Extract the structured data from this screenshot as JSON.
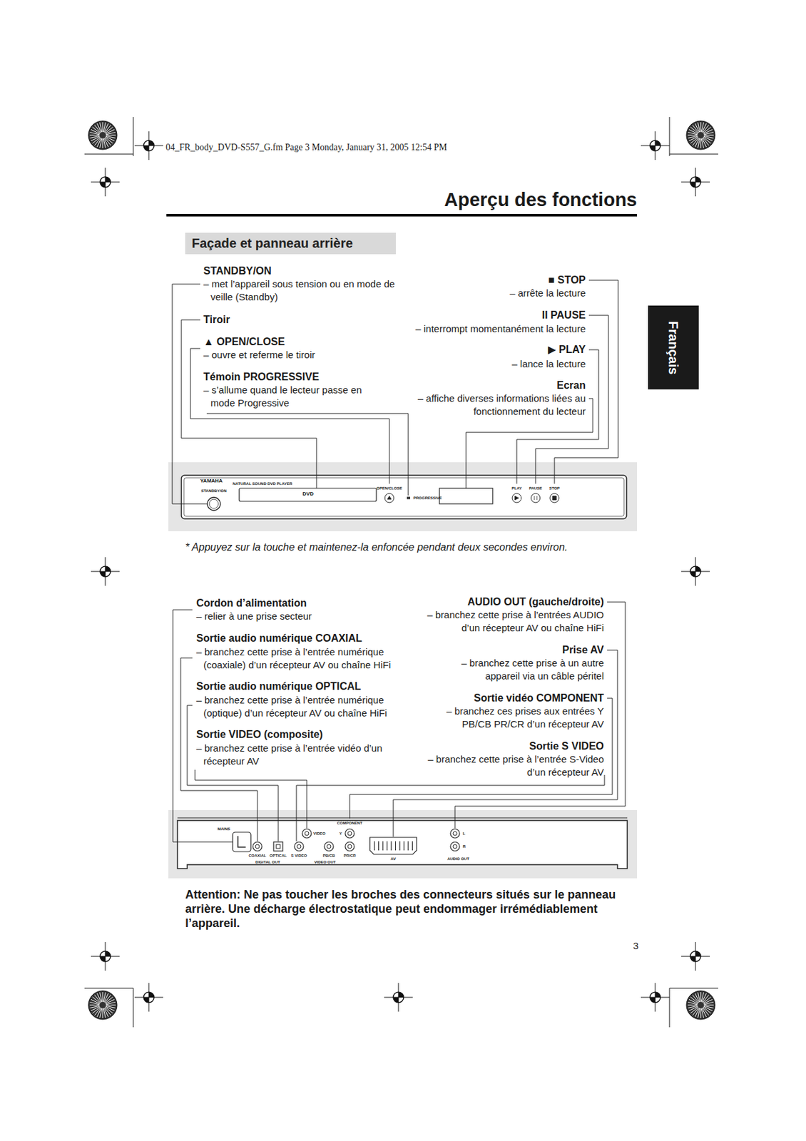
{
  "diagram": {
    "title": "Aperçu des fonctions",
    "nodes": [
      {
        "text": [
          "Façade et panneau arrière"
        ]
      },
      {
        "text": [
          "Français"
        ]
      }
    ],
    "labels": [
      "04_FR_body_DVD-S557_G.fm  Page 3  Monday, January 31, 2005  12:54 PM",
      "STANDBY/ON",
      "– met l’appareil sous tension ou en mode de veille (Standby)",
      "Tiroir",
      "▲ OPEN/CLOSE",
      "– ouvre et referme le tiroir",
      "Témoin PROGRESSIVE",
      "– s’allume quand le lecteur passe en mode Progressive",
      "■ STOP",
      "– arrête la lecture",
      "II PAUSE",
      "– interrompt momentanément la lecture",
      "▶ PLAY",
      "– lance la lecture",
      "Ecran",
      "– affiche diverses informations liées au fonctionnement du lecteur",
      "YAMAHA",
      "NATURAL SOUND DVD PLAYER",
      "STANDBY/ON",
      "DVD",
      "OPEN/CLOSE",
      "PROGRESSIVE",
      "PLAY",
      "PAUSE",
      "STOP",
      "* Appuyez sur la touche et maintenez-la enfoncée pendant deux secondes environ.",
      "Cordon d’alimentation",
      "– relier à une prise secteur",
      "Sortie audio numérique COAXIAL",
      "– branchez cette prise à l’entrée numérique (coaxiale) d’un récepteur AV ou chaîne HiFi",
      "Sortie audio numérique OPTICAL",
      "– branchez cette prise à l’entrée numérique (optique) d’un récepteur AV ou chaîne HiFi",
      "Sortie VIDEO (composite)",
      "– branchez cette prise à l’entrée vidéo d’un récepteur AV",
      "AUDIO OUT (gauche/droite)",
      "– branchez cette prise à l’entrées AUDIO d’un récepteur AV ou chaîne HiFi",
      "Prise AV",
      "– branchez cette prise à un autre appareil via un câble péritel",
      "Sortie vidéo COMPONENT",
      "– branchez ces prises aux entrées Y PB/CB PR/CR d’un récepteur AV",
      "Sortie S VIDEO",
      "– branchez cette prise à l’entrée S-Video d’un récepteur AV",
      "MAINS",
      "COAXIAL",
      "OPTICAL",
      "S VIDEO",
      "DIGITAL OUT",
      "VIDEO",
      "COMPONENT",
      "Y",
      "PB/CB",
      "PR/CR",
      "VIDEO OUT",
      "AV",
      "L",
      "R",
      "AUDIO OUT",
      "Attention: Ne pas toucher les broches des connecteurs situés sur le panneau arrière. Une décharge électrostatique peut endommager irrémédiablement l’appareil.",
      "3"
    ]
  }
}
